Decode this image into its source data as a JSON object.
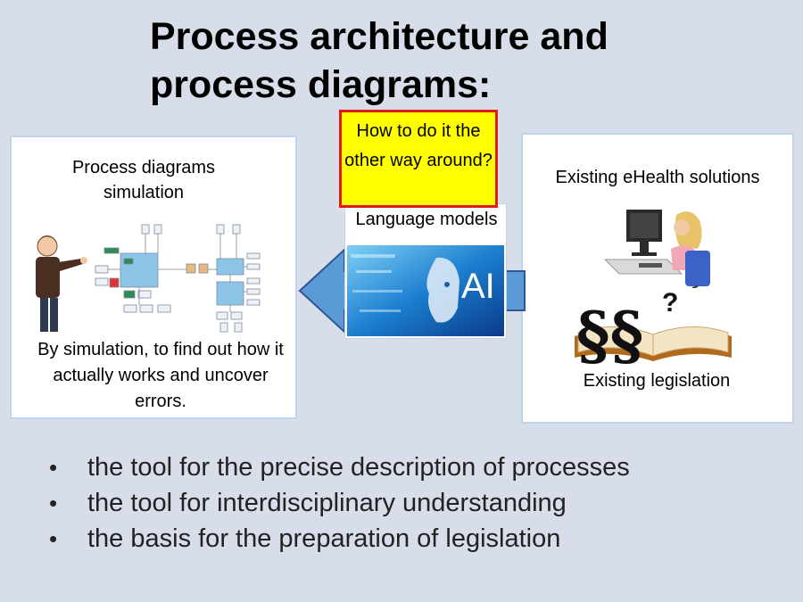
{
  "title": "Process architecture and process diagrams:",
  "left_panel": {
    "title": "Process diagrams simulation",
    "caption": "By simulation, to find out how it actually works and uncover errors."
  },
  "center": {
    "question": "How to do it the other way around?",
    "label": "Language models",
    "image_text": "AI"
  },
  "right_panel": {
    "title": "Existing eHealth solutions",
    "caption": "Existing legislation",
    "symbol_text": "§§",
    "question_mark": "?"
  },
  "bullets": [
    "the tool for the precise description of processes",
    "the tool for interdisciplinary understanding",
    "the basis for the preparation of legislation"
  ],
  "colors": {
    "background": "#d7dde9",
    "arrow_fill": "#5b9bd5",
    "arrow_stroke": "#2f5597",
    "question_fill": "#ffff00",
    "question_border": "#e01a1a"
  }
}
